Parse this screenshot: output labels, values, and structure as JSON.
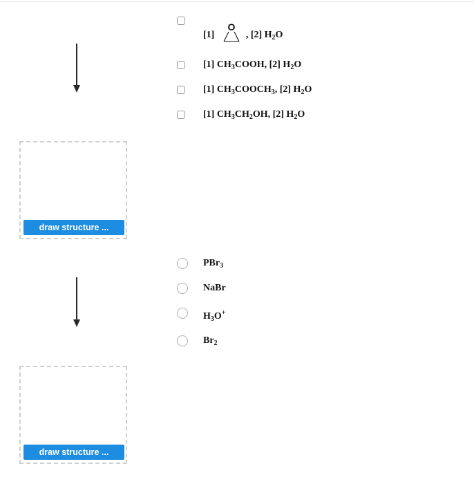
{
  "step1": {
    "options": [
      {
        "parts": [
          "[1] ",
          "EPOXIDE",
          ", [2] H",
          "2",
          "O"
        ]
      },
      {
        "parts": [
          "[1] CH",
          "3",
          "COOH, [2] H",
          "2",
          "O"
        ]
      },
      {
        "parts": [
          "[1] CH",
          "3",
          "COOCH",
          "3",
          ", [2] H",
          "2",
          "O"
        ]
      },
      {
        "parts": [
          "[1] CH",
          "3",
          "CH",
          "2",
          "OH, [2] H",
          "2",
          "O"
        ]
      }
    ],
    "epoxide_o": "O"
  },
  "draw_button_label": "draw structure ...",
  "step2": {
    "options": [
      {
        "parts": [
          "PBr",
          "3"
        ]
      },
      {
        "parts": [
          "NaBr"
        ]
      },
      {
        "parts": [
          "H",
          "3",
          "O",
          "+"
        ]
      },
      {
        "parts": [
          "Br",
          "2"
        ]
      }
    ]
  },
  "colors": {
    "accent": "#1c8de0",
    "dashed_border": "#cfcfcf",
    "arrow": "#2a2a2a"
  }
}
